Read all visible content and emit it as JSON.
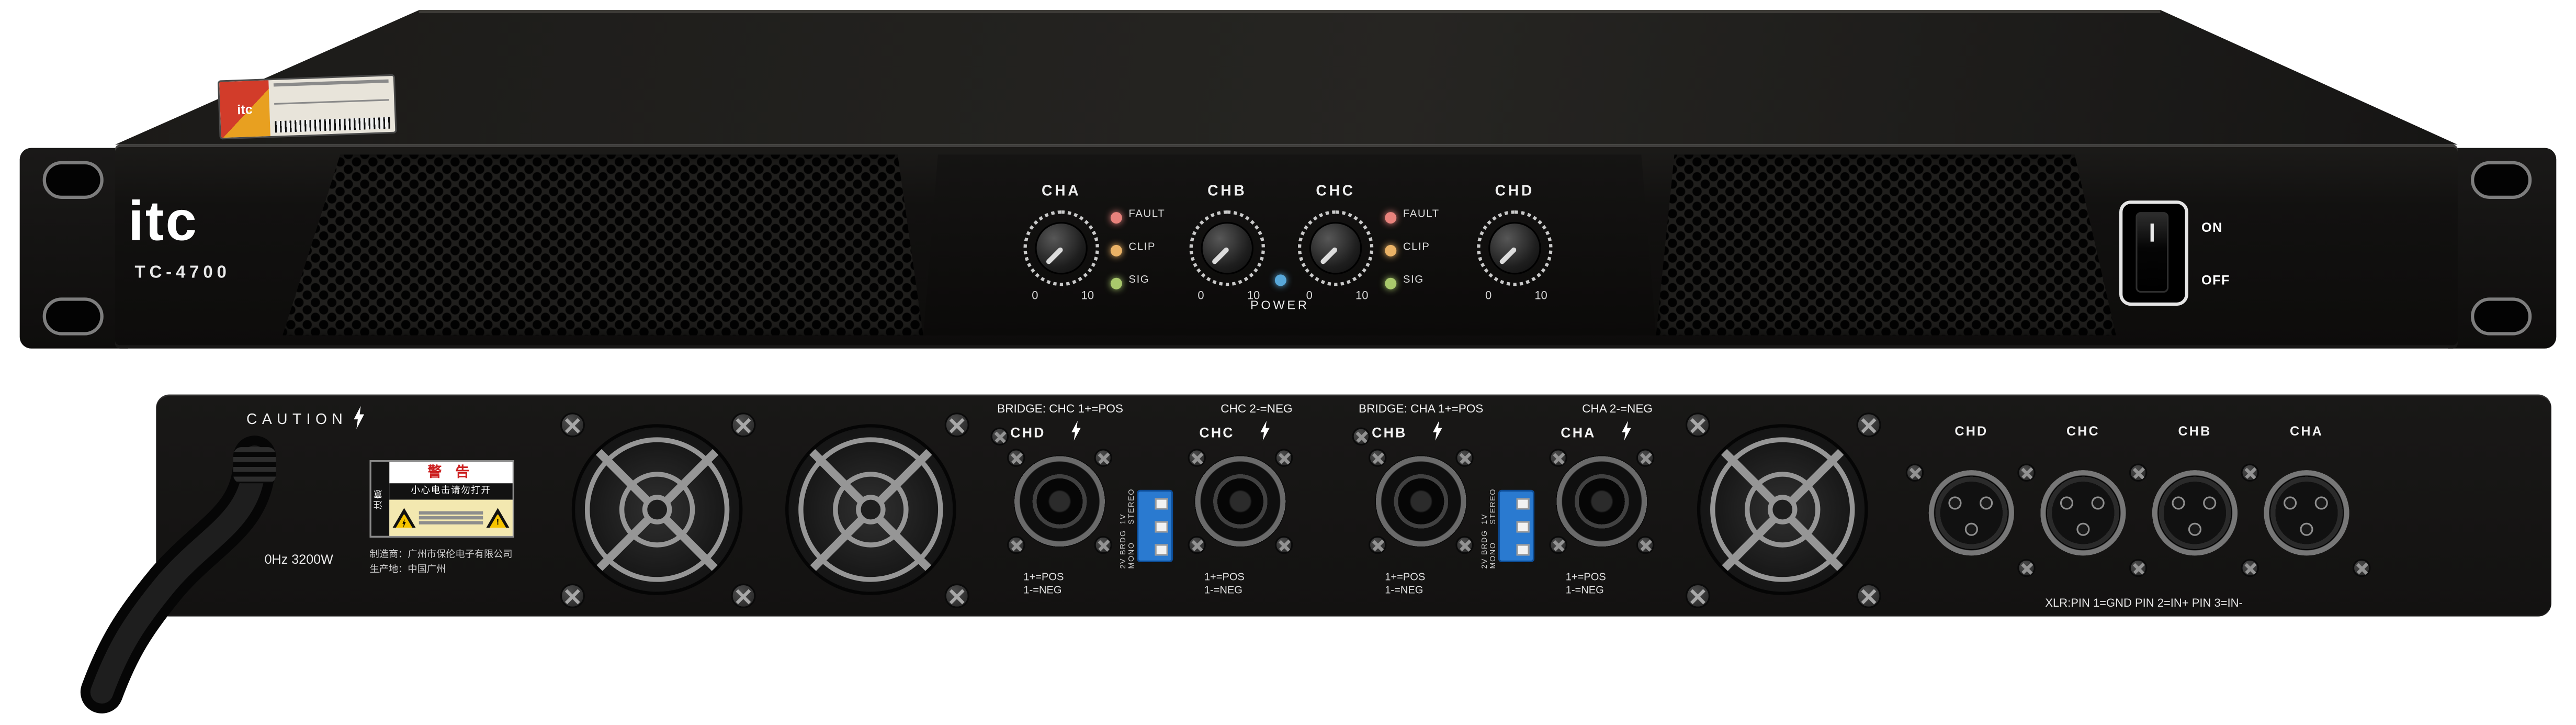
{
  "front": {
    "brand": "itc",
    "model": "TC-4700",
    "knobs": [
      {
        "label": "CHA",
        "min": "0",
        "max": "10"
      },
      {
        "label": "CHB",
        "min": "0",
        "max": "10"
      },
      {
        "label": "CHC",
        "min": "0",
        "max": "10"
      },
      {
        "label": "CHD",
        "min": "0",
        "max": "10"
      }
    ],
    "leds": [
      "FAULT",
      "CLIP",
      "SIG"
    ],
    "power_label": "POWER",
    "switch_on": "ON",
    "switch_off": "OFF"
  },
  "rear": {
    "caution": "CAUTION",
    "power_rating": "0Hz 3200W",
    "manufacturer_line1": "制造商：广州市保伦电子有限公司",
    "manufacturer_line2": "生产地：中国广州",
    "sticker": {
      "side_label": "注意",
      "title": "警 告",
      "subtitle": "小心电击请勿打开"
    },
    "bridge_a": {
      "left": "BRIDGE: CHC 1+=POS",
      "right": "CHC 2-=NEG"
    },
    "bridge_b": {
      "left": "BRIDGE: CHA 1+=POS",
      "right": "CHA 2-=NEG"
    },
    "dip": {
      "top": "1V STEREO",
      "bottom": "2V BRDG MONO"
    },
    "speakons": [
      {
        "label": "CHD",
        "pos": "1+=POS",
        "neg": "1-=NEG"
      },
      {
        "label": "CHC",
        "pos": "1+=POS",
        "neg": "1-=NEG"
      },
      {
        "label": "CHB",
        "pos": "1+=POS",
        "neg": "1-=NEG"
      },
      {
        "label": "CHA",
        "pos": "1+=POS",
        "neg": "1-=NEG"
      }
    ],
    "xlr_labels": [
      "CHD",
      "CHC",
      "CHB",
      "CHA"
    ],
    "xlr_note": "XLR:PIN 1=GND PIN 2=IN+ PIN 3=IN-"
  },
  "colors": {
    "fault_led": "#e8827c",
    "clip_led": "#eab266",
    "sig_led": "#a9c96c",
    "power_led": "#58a8da",
    "dip_blue": "#2a7ad0"
  }
}
